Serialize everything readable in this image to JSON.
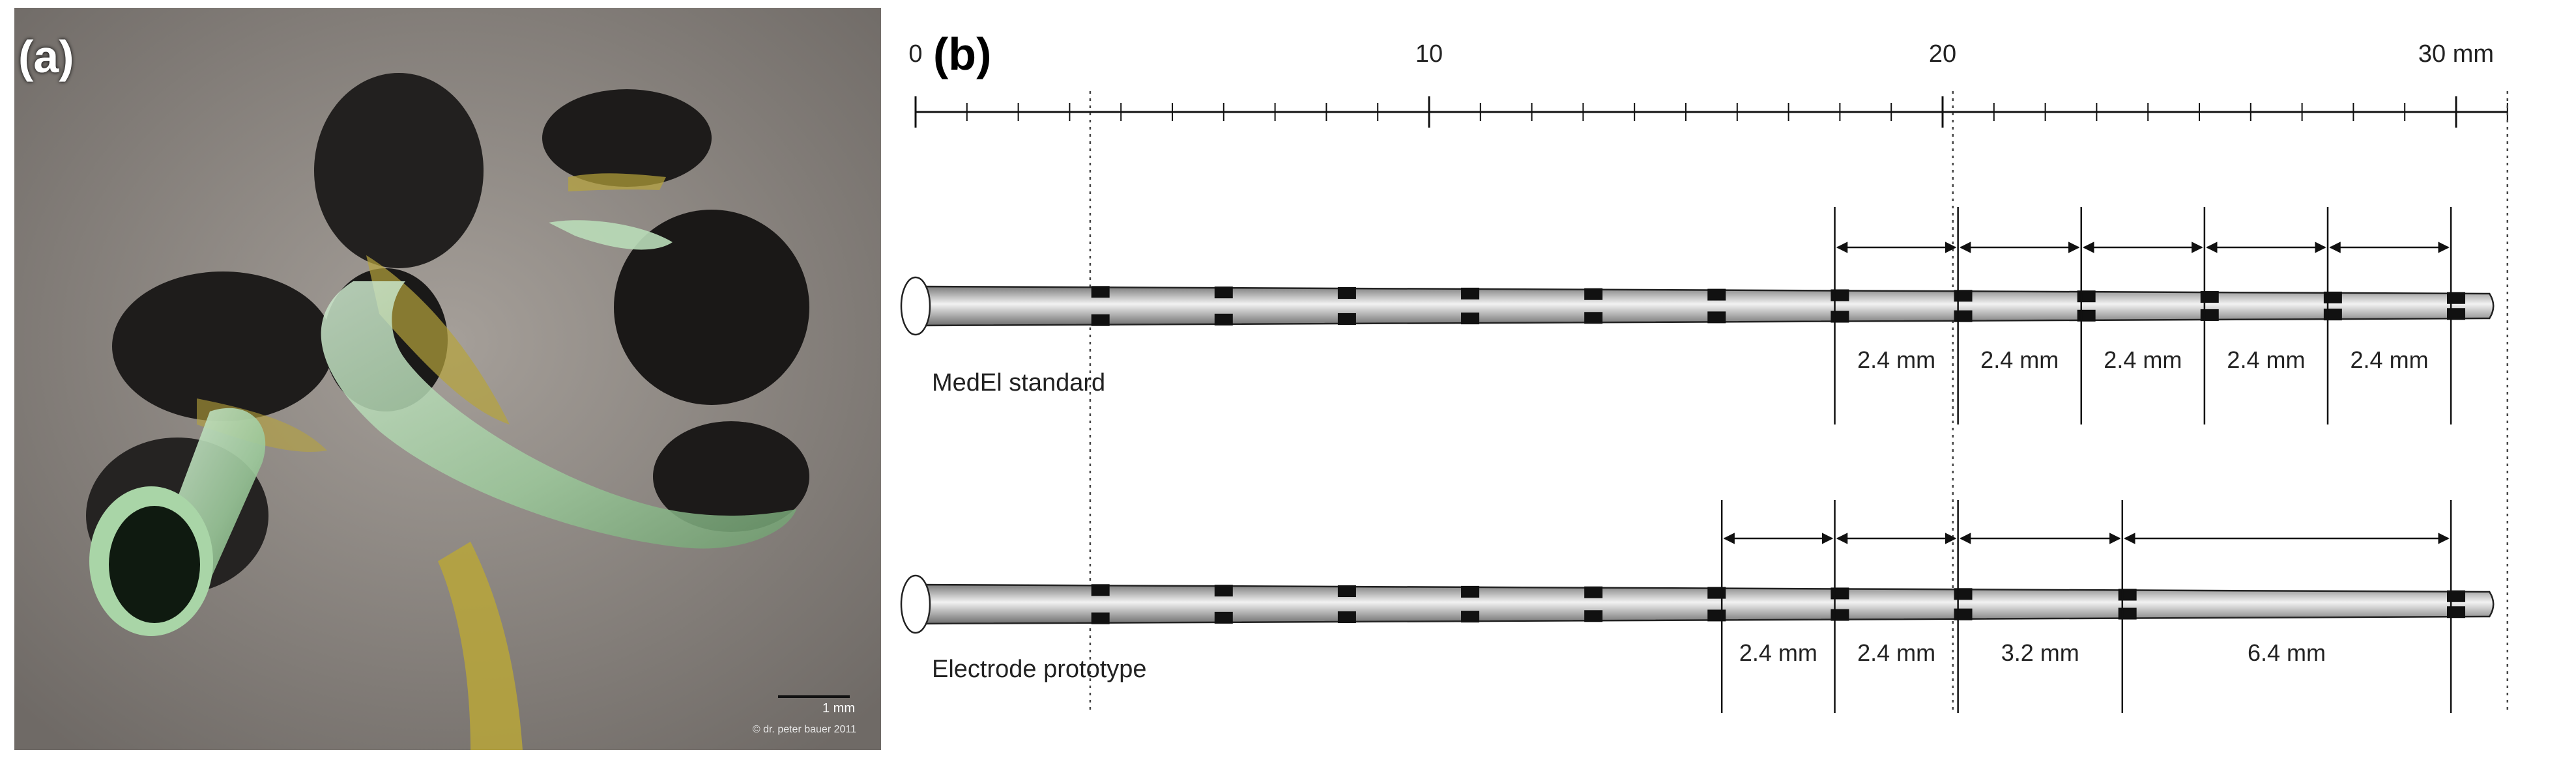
{
  "panel_a": {
    "label": "(a)",
    "scale_bar_label": "1 mm",
    "credit": "© dr. peter bauer 2011"
  },
  "panel_b": {
    "label": "(b)",
    "ruler": {
      "min_mm": 0,
      "max_mm": 31,
      "labels": [
        {
          "mm": 0,
          "text": "0"
        },
        {
          "mm": 10,
          "text": "10"
        },
        {
          "mm": 20,
          "text": "20"
        },
        {
          "mm": 30,
          "text": "30 mm"
        }
      ]
    },
    "reference_lines_mm": [
      3.4,
      20.2,
      31
    ],
    "electrodes": [
      {
        "name": "MedEl standard",
        "contacts_mm": [
          3.6,
          6.0,
          8.4,
          10.8,
          13.2,
          15.6,
          18.0,
          20.4,
          22.8,
          25.2,
          27.6,
          30.0
        ],
        "spacing_markers_mm": [
          17.9,
          20.3,
          22.7,
          25.1,
          27.5,
          29.9
        ],
        "spacing_labels": [
          "2.4 mm",
          "2.4 mm",
          "2.4 mm",
          "2.4 mm",
          "2.4 mm"
        ]
      },
      {
        "name": "Electrode prototype",
        "contacts_mm": [
          3.6,
          6.0,
          8.4,
          10.8,
          13.2,
          15.6,
          18.0,
          20.4,
          23.6,
          30.0
        ],
        "spacing_markers_mm": [
          15.7,
          17.9,
          20.3,
          23.5,
          29.9
        ],
        "spacing_labels": [
          "2.4 mm",
          "2.4 mm",
          "3.2 mm",
          "6.4 mm"
        ]
      }
    ]
  }
}
